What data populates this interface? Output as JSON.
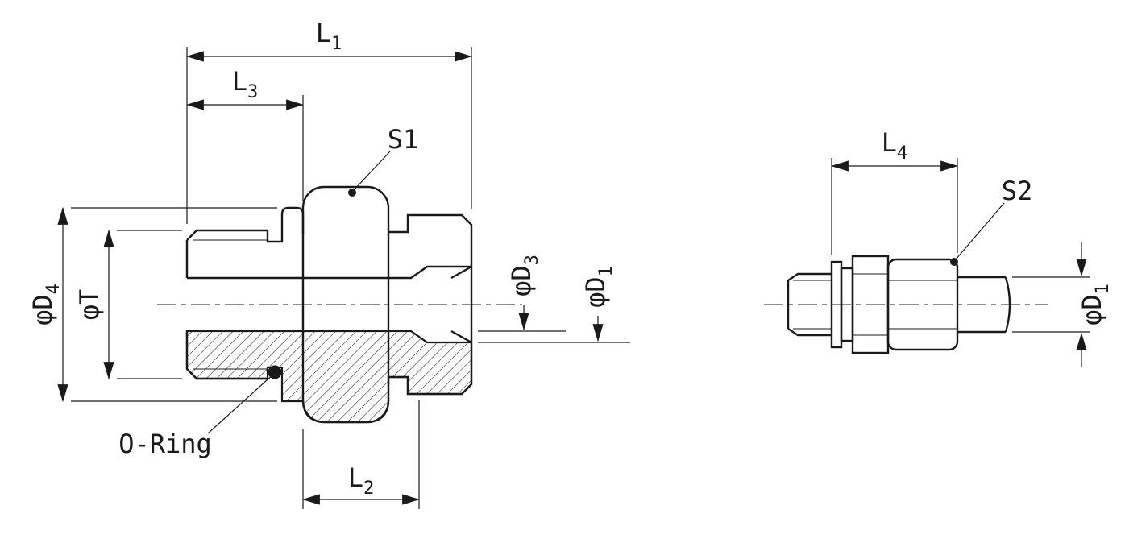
{
  "labels": {
    "l1": {
      "main": "L",
      "sub": "1"
    },
    "l3": {
      "main": "L",
      "sub": "3"
    },
    "l2": {
      "main": "L",
      "sub": "2"
    },
    "l4": {
      "main": "L",
      "sub": "4"
    },
    "s1": "S1",
    "s2": "S2",
    "o_ring": "O-Ring",
    "phi_d4": {
      "main": "φD",
      "sub": "4"
    },
    "phi_t": "φT",
    "phi_d3": {
      "main": "φD",
      "sub": "3"
    },
    "phi_d1_left": {
      "main": "φD",
      "sub": "1"
    },
    "phi_d1_right": {
      "main": "φD",
      "sub": "1"
    }
  },
  "colors": {
    "line": "#1a1a1a",
    "background": "#ffffff"
  }
}
